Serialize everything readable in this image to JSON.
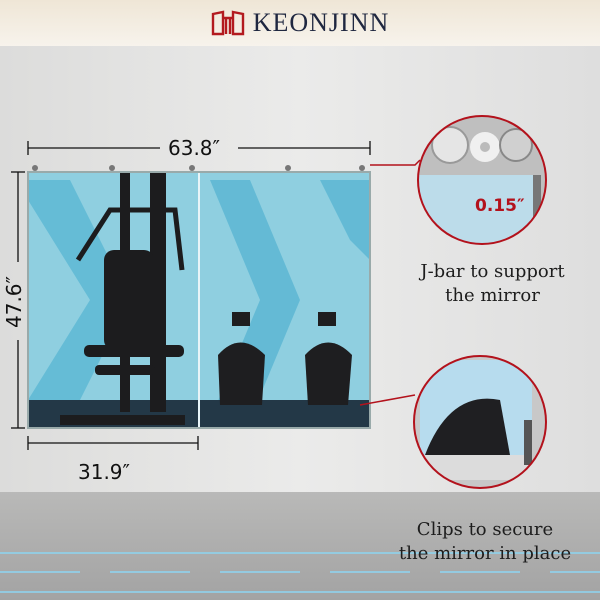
{
  "brand": {
    "name": "KEONJINN"
  },
  "dimensions": {
    "width": "63.8″",
    "height": "47.6″",
    "panel_width": "31.9″"
  },
  "callouts": [
    {
      "measure": "0.15″",
      "caption_line1": "J-bar to support",
      "caption_line2": "the mirror"
    },
    {
      "caption_line1": "Clips to secure",
      "caption_line2": "the mirror in place"
    }
  ],
  "colors": {
    "accent": "#b3121c",
    "brand": "#1f2740"
  }
}
